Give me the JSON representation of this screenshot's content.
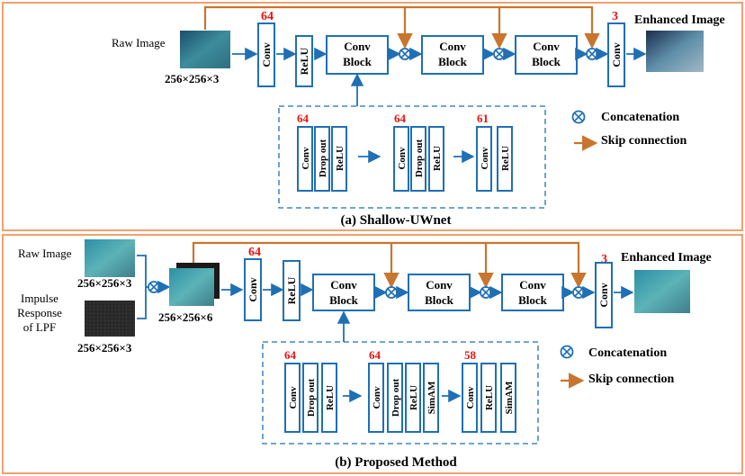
{
  "panel_a": {
    "caption": "(a) Shallow-UWnet",
    "raw_image_label": "Raw Image",
    "raw_image_size": "256×256×3",
    "enhanced_label": "Enhanced Image",
    "conv_label": "Conv",
    "relu_label": "ReLU",
    "conv_block_line1": "Conv",
    "conv_block_line2": "Block",
    "channels_first": "64",
    "channels_last": "3",
    "inner": {
      "channels": [
        "64",
        "64",
        "61"
      ],
      "conv": "Conv",
      "dropout": "Drop out",
      "relu": "ReLU"
    },
    "legend": {
      "concat": "Concatenation",
      "skip": "Skip connection"
    }
  },
  "panel_b": {
    "caption": "(b) Proposed Method",
    "raw_image_label": "Raw Image",
    "raw_image_size": "256×256×3",
    "impulse_label_lines": [
      "Impulse",
      "Response",
      "of LPF"
    ],
    "impulse_size": "256×256×3",
    "stack_size": "256×256×6",
    "enhanced_label": "Enhanced Image",
    "conv_label": "Conv",
    "relu_label": "ReLU",
    "conv_block_line1": "Conv",
    "conv_block_line2": "Block",
    "channels_first": "64",
    "channels_last": "3",
    "inner": {
      "channels": [
        "64",
        "64",
        "58"
      ],
      "conv": "Conv",
      "dropout": "Drop out",
      "relu": "ReLU",
      "simam": "SimAM"
    },
    "legend": {
      "concat": "Concatenation",
      "skip": "Skip connection"
    }
  },
  "colors": {
    "box_stroke": "#1f6fb5",
    "skip_arrow": "#c8752f",
    "channel_text": "#e8130f",
    "frame": "#f0a070"
  }
}
